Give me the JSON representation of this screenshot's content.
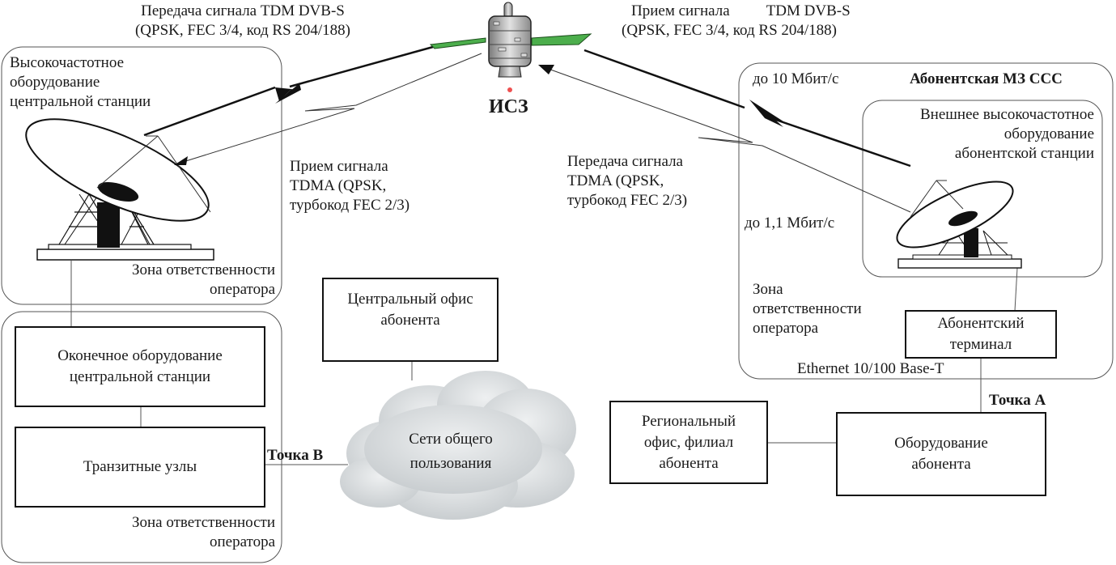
{
  "satellite": {
    "label": "ИСЗ"
  },
  "links": {
    "forward_tx": {
      "line1": "Передача сигнала TDM DVB-S",
      "line2": "(QPSK, FEC 3/4, код RS 204/188)"
    },
    "forward_rx": {
      "line1a": "Прием сигнала",
      "line1b": "TDM DVB-S",
      "line2": "(QPSK, FEC 3/4, код RS 204/188)"
    },
    "return_rx": {
      "lines": [
        "Прием сигнала",
        "TDMA (QPSK,",
        "турбокод FEC 2/3)"
      ]
    },
    "return_tx": {
      "lines": [
        "Передача сигнала",
        "TDMA (QPSK,",
        "турбокод FEC 2/3)"
      ]
    }
  },
  "central_station": {
    "rf_zone": {
      "title_lines": [
        "Высокочастотное",
        "оборудование",
        "центральной станции"
      ],
      "zone_lines": [
        "Зона  ответственности",
        "оператора"
      ]
    },
    "ground_zone": {
      "terminal_equipment": "Оконечное оборудование\nцентральной станции",
      "transit_nodes": "Транзитные узлы",
      "zone_lines": [
        "Зона ответственности",
        "оператора"
      ]
    }
  },
  "public_network": {
    "cloud_label": "Сети общего\nпользования",
    "central_office": "Центральный офис\nабонента",
    "point_b": "Точка В"
  },
  "subscriber_station": {
    "title": "Абонентская МЗ ССС",
    "downlink_rate": "до 10 Мбит/с",
    "uplink_rate": "до 1,1 Мбит/с",
    "rf_equipment_lines": [
      "Внешнее высокочастотное",
      "оборудование",
      "абонентской станции"
    ],
    "zone_lines": [
      "Зона",
      "ответственности",
      "оператора"
    ],
    "terminal": "Абонентский\n  терминал",
    "interface": "Ethernet 10/100 Base-T",
    "point_a": "Точка А",
    "subscriber_equipment": "Оборудование\nабонента",
    "regional_office": "Региональный\nофис, филиал\nабонента"
  },
  "colors": {
    "solar_panel": "#4cae4c",
    "satellite_body": "#b8b8b8",
    "cloud": "#d4d8da",
    "line": "#111111"
  }
}
